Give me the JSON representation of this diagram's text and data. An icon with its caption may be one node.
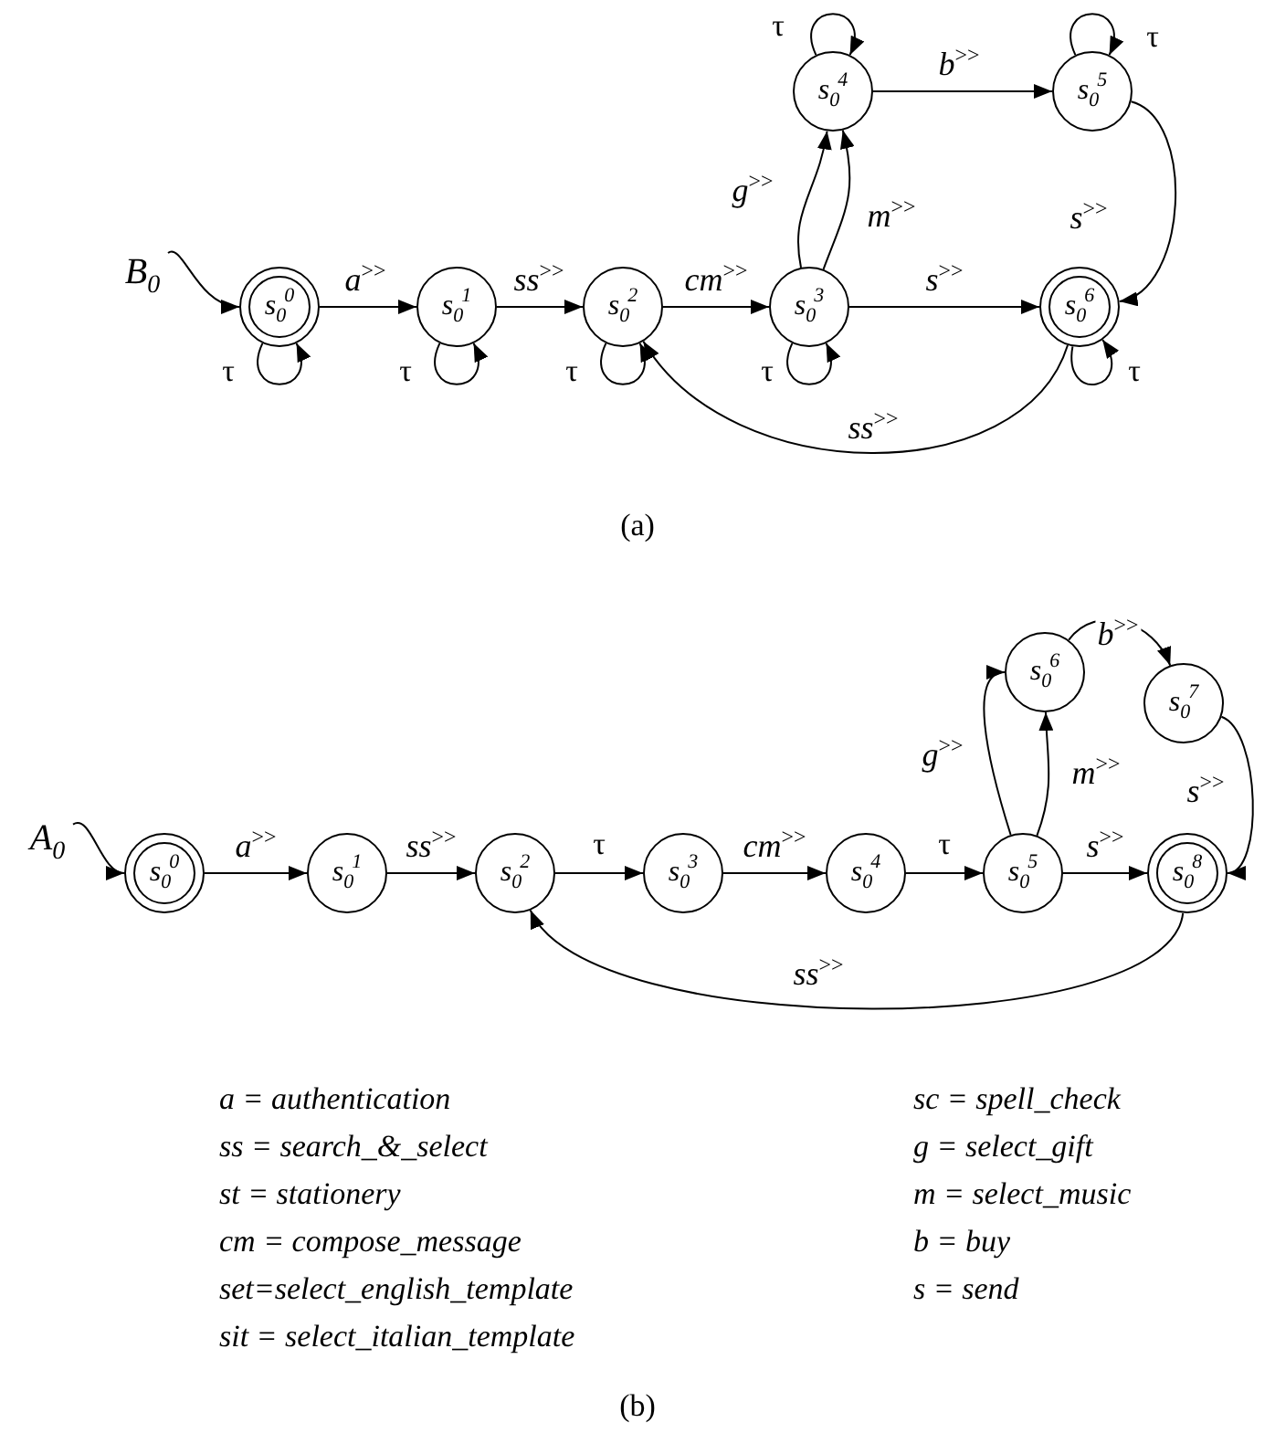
{
  "diagram": {
    "nodes": [
      {
        "text": [
          "B$_{0}$"
        ]
      },
      {
        "text": [
          "s$_{0}$$^{0}$"
        ]
      },
      {
        "text": [
          "s$_{0}$$^{1}$"
        ]
      },
      {
        "text": [
          "s$_{0}$$^{2}$"
        ]
      },
      {
        "text": [
          "s$_{0}$$^{3}$"
        ]
      },
      {
        "text": [
          "s$_{0}$$^{4}$"
        ]
      },
      {
        "text": [
          "s$_{0}$$^{5}$"
        ]
      },
      {
        "text": [
          "s$_{0}$$^{6}$"
        ]
      },
      {
        "text": [
          "A$_{0}$"
        ]
      },
      {
        "text": [
          "s$_{0}$$^{0}$"
        ]
      },
      {
        "text": [
          "s$_{0}$$^{1}$"
        ]
      },
      {
        "text": [
          "s$_{0}$$^{2}$"
        ]
      },
      {
        "text": [
          "s$_{0}$$^{3}$"
        ]
      },
      {
        "text": [
          "s$_{0}$$^{4}$"
        ]
      },
      {
        "text": [
          "s$_{0}$$^{5}$"
        ]
      },
      {
        "text": [
          "s$_{0}$$^{6}$"
        ]
      },
      {
        "text": [
          "s$_{0}$$^{7}$"
        ]
      },
      {
        "text": [
          "s$_{0}$$^{8}$"
        ]
      }
    ],
    "edges": [
      {
        "from": 0,
        "to": 1,
        "arrow": "to"
      },
      {
        "from": 1,
        "to": 1,
        "label": "τ",
        "arrow": "to"
      },
      {
        "from": 1,
        "to": 2,
        "label": "a$^{>>}$",
        "arrow": "to"
      },
      {
        "from": 2,
        "to": 2,
        "label": "τ",
        "arrow": "to"
      },
      {
        "from": 2,
        "to": 3,
        "label": "ss$^{>>}$",
        "arrow": "to"
      },
      {
        "from": 3,
        "to": 3,
        "label": "τ",
        "arrow": "to"
      },
      {
        "from": 3,
        "to": 4,
        "label": "cm$^{>>}$",
        "arrow": "to"
      },
      {
        "from": 4,
        "to": 4,
        "label": "τ",
        "arrow": "to"
      },
      {
        "from": 4,
        "to": 5,
        "label": "g$^{>>}$",
        "arrow": "to"
      },
      {
        "from": 4,
        "to": 5,
        "label": "m$^{>>}$",
        "arrow": "to"
      },
      {
        "from": 5,
        "to": 5,
        "label": "τ",
        "arrow": "to"
      },
      {
        "from": 5,
        "to": 6,
        "label": "b$^{>>}$",
        "arrow": "to"
      },
      {
        "from": 6,
        "to": 6,
        "label": "τ",
        "arrow": "to"
      },
      {
        "from": 6,
        "to": 7,
        "label": "s$^{>>}$",
        "arrow": "to"
      },
      {
        "from": 4,
        "to": 7,
        "label": "s$^{>>}$",
        "arrow": "to"
      },
      {
        "from": 7,
        "to": 7,
        "label": "τ",
        "arrow": "to"
      },
      {
        "from": 7,
        "to": 3,
        "label": "ss$^{>>}$",
        "arrow": "to"
      },
      {
        "from": 8,
        "to": 9,
        "arrow": "to"
      },
      {
        "from": 9,
        "to": 10,
        "label": "a$^{>>}$",
        "arrow": "to"
      },
      {
        "from": 10,
        "to": 11,
        "label": "ss$^{>>}$",
        "arrow": "to"
      },
      {
        "from": 11,
        "to": 12,
        "label": "τ",
        "arrow": "to"
      },
      {
        "from": 12,
        "to": 13,
        "label": "cm$^{>>}$",
        "arrow": "to"
      },
      {
        "from": 13,
        "to": 14,
        "label": "τ",
        "arrow": "to"
      },
      {
        "from": 14,
        "to": 15,
        "label": "g$^{>>}$",
        "arrow": "to"
      },
      {
        "from": 14,
        "to": 15,
        "label": "m$^{>>}$",
        "arrow": "to"
      },
      {
        "from": 15,
        "to": 16,
        "label": "b$^{>>}$",
        "arrow": "to"
      },
      {
        "from": 16,
        "to": 17,
        "label": "s$^{>>}$",
        "arrow": "to"
      },
      {
        "from": 14,
        "to": 17,
        "label": "s$^{>>}$",
        "arrow": "to"
      },
      {
        "from": 17,
        "to": 11,
        "label": "ss$^{>>}$",
        "arrow": "to"
      }
    ],
    "labels": [
      "(a)",
      "a = authentication",
      "sc = spell_check",
      "ss = search_&_select",
      "g = select_gift",
      "st = stationery",
      "m = select_music",
      "cm = compose_message",
      "b = buy",
      "set=select_english_template",
      "s = send",
      "sit = select_italian_template",
      "(b)"
    ]
  }
}
